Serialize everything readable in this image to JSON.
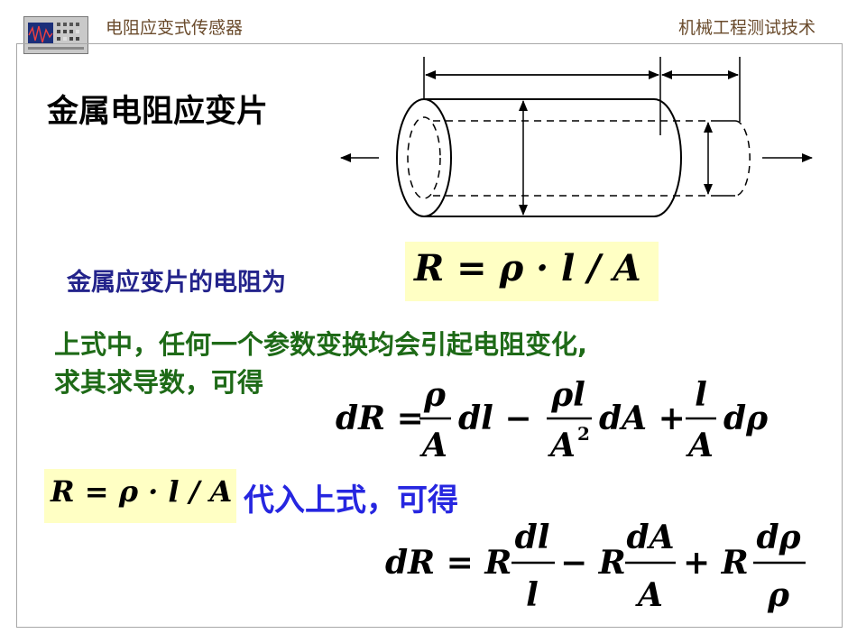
{
  "header": {
    "left_title": "电阻应变式传感器",
    "right_title": "机械工程测试技术"
  },
  "slide": {
    "heading": "金属电阻应变片",
    "resistance_label": "金属应变片的电阻为",
    "formula_R": "R = ρ · l / A",
    "paragraph_line1": "上式中，任何一个参数变换均会引起电阻变化,",
    "paragraph_line2": "求其求导数，可得",
    "substitute_formula": "R = ρ · l / A",
    "substitute_text": "代入上式，可得"
  },
  "formula_dR": {
    "lhs": "dR =",
    "t1_num": "ρ",
    "t1_den": "A",
    "t1_tail": "dl −",
    "t2_num": "ρl",
    "t2_den": "A",
    "t2_sup": "2",
    "t2_tail": "dA +",
    "t3_num": "l",
    "t3_den": "A",
    "t3_tail": "dρ"
  },
  "formula_dR2": {
    "lhs": "dR = R",
    "t1_num": "dl",
    "t1_den": "l",
    "t2_pre": "− R",
    "t2_num": "dA",
    "t2_den": "A",
    "t3_pre": "+ R",
    "t3_num": "dρ",
    "t3_den": "ρ"
  },
  "colors": {
    "header_text": "#6a4b2c",
    "title": "#000000",
    "label_blue": "#23238b",
    "paragraph_green": "#1e6a17",
    "substitute_blue": "#2626e0",
    "formula_box": "#ffffc4"
  },
  "icons": {
    "header_logo": "oscilloscope-thumbnail-icon"
  }
}
